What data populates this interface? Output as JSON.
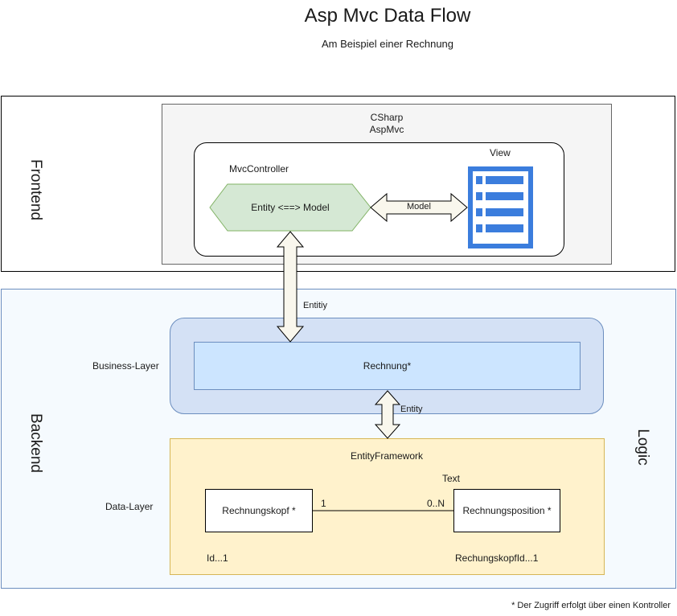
{
  "title": "Asp Mvc Data Flow",
  "subtitle": "Am Beispiel einer Rechnung",
  "frontend": {
    "label": "Frontend",
    "framework": "CSharp\nAspMvc",
    "controller_label": "MvcController",
    "controller_node": "Entity <==> Model",
    "model_arrow_label": "Model",
    "view_label": "View"
  },
  "backend": {
    "label": "Backend",
    "logic_label": "Logic",
    "entity_arrow_label": "Entitiy",
    "business_layer_label": "Business-Layer",
    "business_entity": "Rechnung*",
    "entity_arrow2_label": "Entity",
    "data_layer_label": "Data-Layer",
    "orm_label": "EntityFramework",
    "relation": {
      "left_entity": "Rechnungskopf *",
      "right_entity": "Rechnungsposition *",
      "left_multiplicity": "1",
      "right_multiplicity": "0..N",
      "relation_type_label": "Text",
      "left_key": "Id...1",
      "right_key": "RechungskopfId...1"
    }
  },
  "footnote": "* Der Zugriff erfolgt über einen Kontroller",
  "colors": {
    "view_icon": "#3b7ddd",
    "hexagon_fill": "#d5e8d4",
    "hexagon_stroke": "#82b366",
    "arrow_fill": "#f9f7ed",
    "business_outer": "#d4e1f5",
    "business_inner": "#cce5ff",
    "data_fill": "#fff2cc",
    "backend_fill": "#f5fafe"
  }
}
